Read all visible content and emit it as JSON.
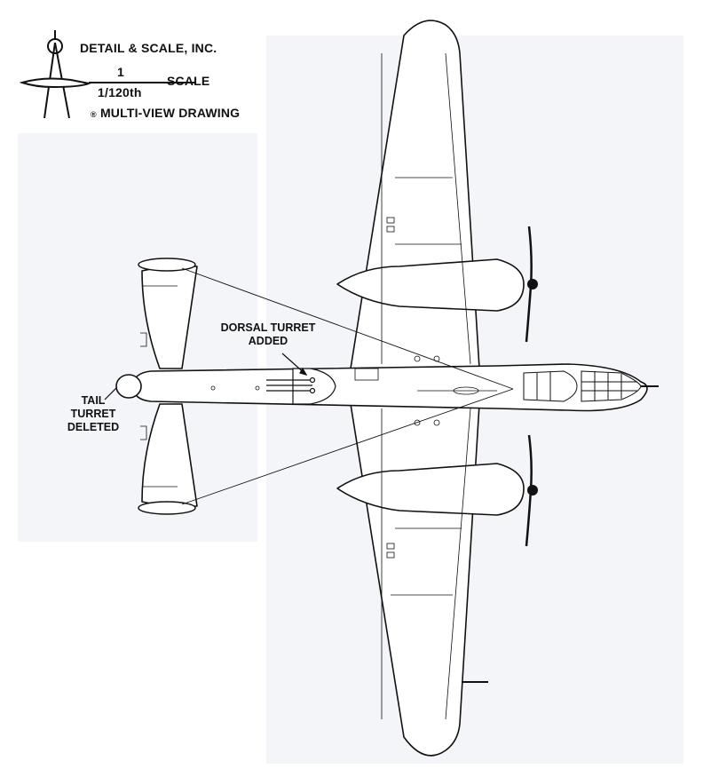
{
  "branding": {
    "company": "DETAIL & SCALE, INC.",
    "scale_numerator": "1",
    "scale_denominator": "1/120th",
    "scale_word": "SCALE",
    "drawing_type": "MULTI-VIEW DRAWING"
  },
  "annotations": {
    "dorsal_line1": "DORSAL TURRET",
    "dorsal_line2": "ADDED",
    "tail_line1": "TAIL",
    "tail_line2": "TURRET",
    "tail_line3": "DELETED"
  }
}
